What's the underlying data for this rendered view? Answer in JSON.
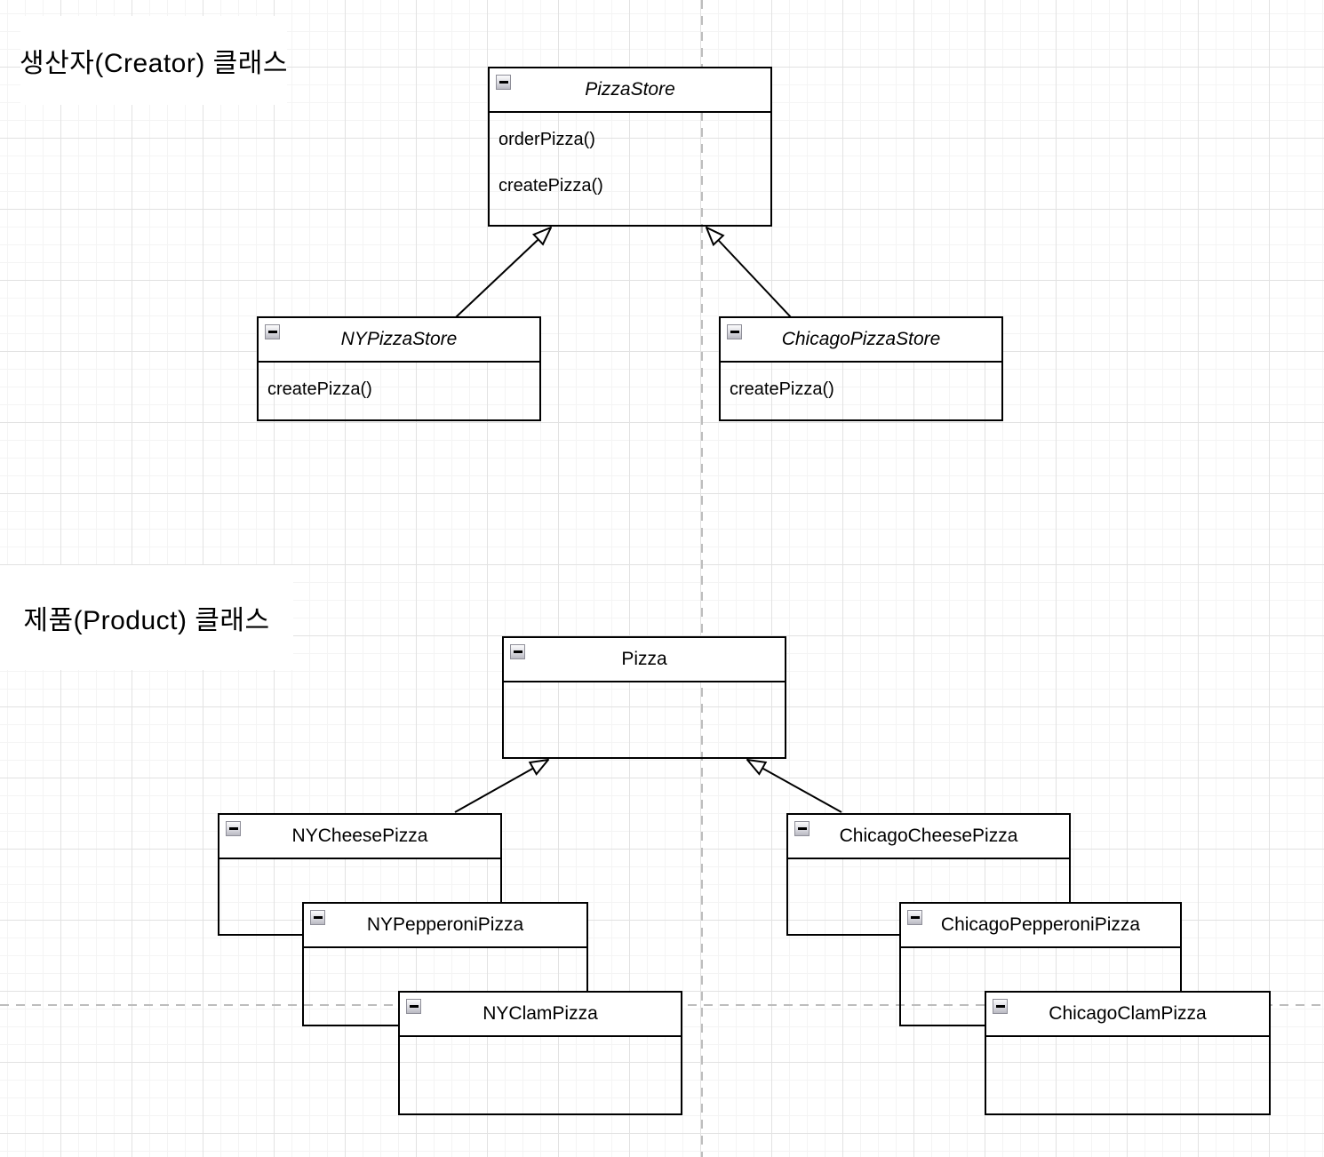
{
  "sections": {
    "creator": {
      "label": "생산자(Creator) 클래스"
    },
    "product": {
      "label": "제품(Product) 클래스"
    }
  },
  "classes": [
    {
      "id": "pizza-store",
      "name": "PizzaStore",
      "abstract": true,
      "methods": [
        "orderPizza()",
        "createPizza()"
      ]
    },
    {
      "id": "ny-pizza-store",
      "name": "NYPizzaStore",
      "abstract": true,
      "methods": [
        "createPizza()"
      ]
    },
    {
      "id": "chicago-pizza-store",
      "name": "ChicagoPizzaStore",
      "abstract": true,
      "methods": [
        "createPizza()"
      ]
    },
    {
      "id": "pizza",
      "name": "Pizza",
      "abstract": false,
      "methods": []
    },
    {
      "id": "ny-cheese-pizza",
      "name": "NYCheesePizza",
      "abstract": false,
      "methods": []
    },
    {
      "id": "ny-pepperoni-pizza",
      "name": "NYPepperoniPizza",
      "abstract": false,
      "methods": []
    },
    {
      "id": "ny-clam-pizza",
      "name": "NYClamPizza",
      "abstract": false,
      "methods": []
    },
    {
      "id": "chicago-cheese-pizza",
      "name": "ChicagoCheesePizza",
      "abstract": false,
      "methods": []
    },
    {
      "id": "chicago-pepperoni-pizza",
      "name": "ChicagoPepperoniPizza",
      "abstract": false,
      "methods": []
    },
    {
      "id": "chicago-clam-pizza",
      "name": "ChicagoClamPizza",
      "abstract": false,
      "methods": []
    }
  ],
  "relationships": [
    {
      "type": "generalization",
      "from": "NYPizzaStore",
      "to": "PizzaStore"
    },
    {
      "type": "generalization",
      "from": "ChicagoPizzaStore",
      "to": "PizzaStore"
    },
    {
      "type": "generalization",
      "from": "NYCheesePizza",
      "to": "Pizza"
    },
    {
      "type": "generalization",
      "from": "ChicagoCheesePizza",
      "to": "Pizza"
    }
  ],
  "icons": {
    "collapse": "minus-square-icon"
  },
  "colors": {
    "shape_border": "#000000",
    "shape_fill": "#ffffff",
    "text": "#000000",
    "grid_minor": "#f4f4f4",
    "grid_major": "#e2e2e2",
    "page_guide": "#bdbdbd"
  }
}
